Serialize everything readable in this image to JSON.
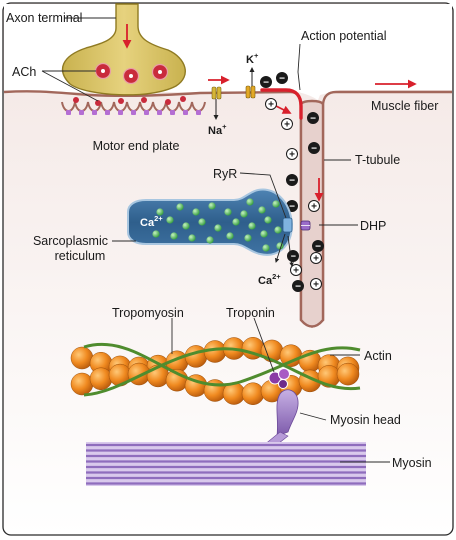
{
  "labels": {
    "axon_terminal": "Axon terminal",
    "ach": "ACh",
    "motor_end_plate": "Motor end plate",
    "action_potential": "Action potential",
    "muscle_fiber": "Muscle fiber",
    "t_tubule": "T-tubule",
    "ryr": "RyR",
    "dhp": "DHP",
    "sarcoplasmic_reticulum_line1": "Sarcoplasmic",
    "sarcoplasmic_reticulum_line2": "reticulum",
    "tropomyosin": "Tropomyosin",
    "troponin": "Troponin",
    "actin": "Actin",
    "myosin_head": "Myosin head",
    "myosin": "Myosin"
  },
  "ions": {
    "k": {
      "symbol": "K",
      "charge": "+"
    },
    "na": {
      "symbol": "Na",
      "charge": "+"
    },
    "ca_sr": {
      "symbol": "Ca",
      "charge": "2+"
    },
    "ca_out": {
      "symbol": "Ca",
      "charge": "2+"
    }
  },
  "charges": {
    "plus": "+",
    "minus": "−"
  },
  "colors": {
    "axon": "#d9c465",
    "axon_edge": "#8f7a22",
    "membrane": "#a2675b",
    "cytoplasm": "#f1e2df",
    "action_potential": "#d8202c",
    "sr_fill": "#3d6f9c",
    "calcium": "#5fcf6a",
    "actin": "#f08a20",
    "tropomyosin": "#4f8c2e",
    "troponin": "#8a3aa5",
    "myosin": "#9c7bc4"
  }
}
